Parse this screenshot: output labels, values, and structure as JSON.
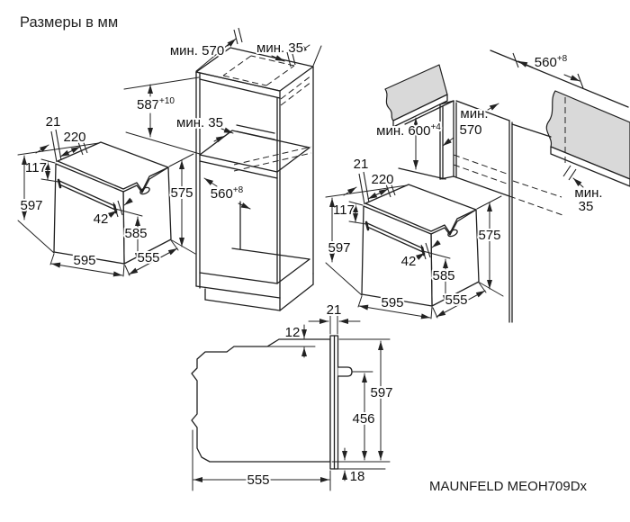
{
  "title": "Размеры в мм",
  "model": "MAUNFELD MEOH709Dx",
  "units_note": "мм",
  "oven": {
    "door_thickness": "21",
    "top_depth": "220",
    "top_to_handle": "117",
    "total_height": "597",
    "handle_depth": "42",
    "width": "595",
    "front_height": "585",
    "body_depth": "555",
    "rear_height": "575"
  },
  "tall_cabinet": {
    "min_depth": "мин. 570",
    "min_top_gap": "мин. 35",
    "niche_height": "587",
    "niche_height_tol": "+10",
    "min_vent_gap": "мин. 35",
    "niche_width": "560",
    "niche_width_tol": "+8"
  },
  "base_cabinet": {
    "niche_width": "560",
    "niche_width_tol": "+8",
    "min_height": "мин. 600",
    "min_height_tol": "+4",
    "min_depth_l1": "мин.",
    "min_depth_l2": "570",
    "min_rear_gap_l1": "мин.",
    "min_rear_gap_l2": "35"
  },
  "side_view": {
    "door_thickness": "21",
    "top_step": "12",
    "total_height": "597",
    "mount_height": "456",
    "bottom_step": "18",
    "body_depth": "555"
  }
}
